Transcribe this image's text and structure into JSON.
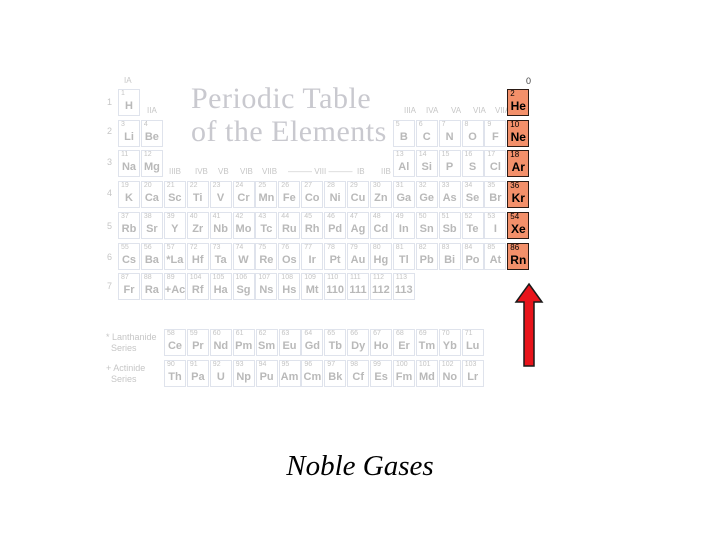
{
  "title": {
    "line1": "Periodic Table",
    "line2": "of the Elements"
  },
  "caption": "Noble Gases",
  "group_zero_label": "0",
  "group_headers": [
    "IA",
    "IIA",
    "IIIA",
    "IVA",
    "VA",
    "VIA",
    "VIIA",
    "IIIB",
    "IVB",
    "VB",
    "VIB",
    "VIIB",
    "VIII",
    "IB",
    "IIB"
  ],
  "periods": [
    "1",
    "2",
    "3",
    "4",
    "5",
    "6",
    "7"
  ],
  "series_labels": {
    "lanthanide": [
      "* Lanthanide",
      "Series"
    ],
    "actinide": [
      "+ Actinide",
      "Series"
    ]
  },
  "colors": {
    "noble_fill": "#f3906a",
    "arrow_fill": "#e8141b",
    "arrow_stroke": "#1a1a1a"
  },
  "elements": [
    {
      "n": "1",
      "s": "H",
      "r": 0,
      "c": 0
    },
    {
      "n": "2",
      "s": "He",
      "r": 0,
      "c": 17,
      "noble": true
    },
    {
      "n": "3",
      "s": "Li",
      "r": 1,
      "c": 0
    },
    {
      "n": "4",
      "s": "Be",
      "r": 1,
      "c": 1
    },
    {
      "n": "5",
      "s": "B",
      "r": 1,
      "c": 12
    },
    {
      "n": "6",
      "s": "C",
      "r": 1,
      "c": 13
    },
    {
      "n": "7",
      "s": "N",
      "r": 1,
      "c": 14
    },
    {
      "n": "8",
      "s": "O",
      "r": 1,
      "c": 15
    },
    {
      "n": "9",
      "s": "F",
      "r": 1,
      "c": 16
    },
    {
      "n": "10",
      "s": "Ne",
      "r": 1,
      "c": 17,
      "noble": true
    },
    {
      "n": "11",
      "s": "Na",
      "r": 2,
      "c": 0
    },
    {
      "n": "12",
      "s": "Mg",
      "r": 2,
      "c": 1
    },
    {
      "n": "13",
      "s": "Al",
      "r": 2,
      "c": 12
    },
    {
      "n": "14",
      "s": "Si",
      "r": 2,
      "c": 13
    },
    {
      "n": "15",
      "s": "P",
      "r": 2,
      "c": 14
    },
    {
      "n": "16",
      "s": "S",
      "r": 2,
      "c": 15
    },
    {
      "n": "17",
      "s": "Cl",
      "r": 2,
      "c": 16
    },
    {
      "n": "18",
      "s": "Ar",
      "r": 2,
      "c": 17,
      "noble": true
    },
    {
      "n": "19",
      "s": "K",
      "r": 3,
      "c": 0
    },
    {
      "n": "20",
      "s": "Ca",
      "r": 3,
      "c": 1
    },
    {
      "n": "21",
      "s": "Sc",
      "r": 3,
      "c": 2
    },
    {
      "n": "22",
      "s": "Ti",
      "r": 3,
      "c": 3
    },
    {
      "n": "23",
      "s": "V",
      "r": 3,
      "c": 4
    },
    {
      "n": "24",
      "s": "Cr",
      "r": 3,
      "c": 5
    },
    {
      "n": "25",
      "s": "Mn",
      "r": 3,
      "c": 6
    },
    {
      "n": "26",
      "s": "Fe",
      "r": 3,
      "c": 7
    },
    {
      "n": "27",
      "s": "Co",
      "r": 3,
      "c": 8
    },
    {
      "n": "28",
      "s": "Ni",
      "r": 3,
      "c": 9
    },
    {
      "n": "29",
      "s": "Cu",
      "r": 3,
      "c": 10
    },
    {
      "n": "30",
      "s": "Zn",
      "r": 3,
      "c": 11
    },
    {
      "n": "31",
      "s": "Ga",
      "r": 3,
      "c": 12
    },
    {
      "n": "32",
      "s": "Ge",
      "r": 3,
      "c": 13
    },
    {
      "n": "33",
      "s": "As",
      "r": 3,
      "c": 14
    },
    {
      "n": "34",
      "s": "Se",
      "r": 3,
      "c": 15
    },
    {
      "n": "35",
      "s": "Br",
      "r": 3,
      "c": 16
    },
    {
      "n": "36",
      "s": "Kr",
      "r": 3,
      "c": 17,
      "noble": true
    },
    {
      "n": "37",
      "s": "Rb",
      "r": 4,
      "c": 0
    },
    {
      "n": "38",
      "s": "Sr",
      "r": 4,
      "c": 1
    },
    {
      "n": "39",
      "s": "Y",
      "r": 4,
      "c": 2
    },
    {
      "n": "40",
      "s": "Zr",
      "r": 4,
      "c": 3
    },
    {
      "n": "41",
      "s": "Nb",
      "r": 4,
      "c": 4
    },
    {
      "n": "42",
      "s": "Mo",
      "r": 4,
      "c": 5
    },
    {
      "n": "43",
      "s": "Tc",
      "r": 4,
      "c": 6
    },
    {
      "n": "44",
      "s": "Ru",
      "r": 4,
      "c": 7
    },
    {
      "n": "45",
      "s": "Rh",
      "r": 4,
      "c": 8
    },
    {
      "n": "46",
      "s": "Pd",
      "r": 4,
      "c": 9
    },
    {
      "n": "47",
      "s": "Ag",
      "r": 4,
      "c": 10
    },
    {
      "n": "48",
      "s": "Cd",
      "r": 4,
      "c": 11
    },
    {
      "n": "49",
      "s": "In",
      "r": 4,
      "c": 12
    },
    {
      "n": "50",
      "s": "Sn",
      "r": 4,
      "c": 13
    },
    {
      "n": "51",
      "s": "Sb",
      "r": 4,
      "c": 14
    },
    {
      "n": "52",
      "s": "Te",
      "r": 4,
      "c": 15
    },
    {
      "n": "53",
      "s": "I",
      "r": 4,
      "c": 16
    },
    {
      "n": "54",
      "s": "Xe",
      "r": 4,
      "c": 17,
      "noble": true
    },
    {
      "n": "55",
      "s": "Cs",
      "r": 5,
      "c": 0
    },
    {
      "n": "56",
      "s": "Ba",
      "r": 5,
      "c": 1
    },
    {
      "n": "57",
      "s": "*La",
      "r": 5,
      "c": 2
    },
    {
      "n": "72",
      "s": "Hf",
      "r": 5,
      "c": 3
    },
    {
      "n": "73",
      "s": "Ta",
      "r": 5,
      "c": 4
    },
    {
      "n": "74",
      "s": "W",
      "r": 5,
      "c": 5
    },
    {
      "n": "75",
      "s": "Re",
      "r": 5,
      "c": 6
    },
    {
      "n": "76",
      "s": "Os",
      "r": 5,
      "c": 7
    },
    {
      "n": "77",
      "s": "Ir",
      "r": 5,
      "c": 8
    },
    {
      "n": "78",
      "s": "Pt",
      "r": 5,
      "c": 9
    },
    {
      "n": "79",
      "s": "Au",
      "r": 5,
      "c": 10
    },
    {
      "n": "80",
      "s": "Hg",
      "r": 5,
      "c": 11
    },
    {
      "n": "81",
      "s": "Tl",
      "r": 5,
      "c": 12
    },
    {
      "n": "82",
      "s": "Pb",
      "r": 5,
      "c": 13
    },
    {
      "n": "83",
      "s": "Bi",
      "r": 5,
      "c": 14
    },
    {
      "n": "84",
      "s": "Po",
      "r": 5,
      "c": 15
    },
    {
      "n": "85",
      "s": "At",
      "r": 5,
      "c": 16
    },
    {
      "n": "86",
      "s": "Rn",
      "r": 5,
      "c": 17,
      "noble": true
    },
    {
      "n": "87",
      "s": "Fr",
      "r": 6,
      "c": 0
    },
    {
      "n": "88",
      "s": "Ra",
      "r": 6,
      "c": 1
    },
    {
      "n": "89",
      "s": "+Ac",
      "r": 6,
      "c": 2
    },
    {
      "n": "104",
      "s": "Rf",
      "r": 6,
      "c": 3
    },
    {
      "n": "105",
      "s": "Ha",
      "r": 6,
      "c": 4
    },
    {
      "n": "106",
      "s": "Sg",
      "r": 6,
      "c": 5
    },
    {
      "n": "107",
      "s": "Ns",
      "r": 6,
      "c": 6
    },
    {
      "n": "108",
      "s": "Hs",
      "r": 6,
      "c": 7
    },
    {
      "n": "109",
      "s": "Mt",
      "r": 6,
      "c": 8
    },
    {
      "n": "110",
      "s": "110",
      "r": 6,
      "c": 9
    },
    {
      "n": "111",
      "s": "111",
      "r": 6,
      "c": 10
    },
    {
      "n": "112",
      "s": "112",
      "r": 6,
      "c": 11
    },
    {
      "n": "113",
      "s": "113",
      "r": 6,
      "c": 12
    }
  ],
  "lanthanides": [
    {
      "n": "58",
      "s": "Ce"
    },
    {
      "n": "59",
      "s": "Pr"
    },
    {
      "n": "60",
      "s": "Nd"
    },
    {
      "n": "61",
      "s": "Pm"
    },
    {
      "n": "62",
      "s": "Sm"
    },
    {
      "n": "63",
      "s": "Eu"
    },
    {
      "n": "64",
      "s": "Gd"
    },
    {
      "n": "65",
      "s": "Tb"
    },
    {
      "n": "66",
      "s": "Dy"
    },
    {
      "n": "67",
      "s": "Ho"
    },
    {
      "n": "68",
      "s": "Er"
    },
    {
      "n": "69",
      "s": "Tm"
    },
    {
      "n": "70",
      "s": "Yb"
    },
    {
      "n": "71",
      "s": "Lu"
    }
  ],
  "actinides": [
    {
      "n": "90",
      "s": "Th"
    },
    {
      "n": "91",
      "s": "Pa"
    },
    {
      "n": "92",
      "s": "U"
    },
    {
      "n": "93",
      "s": "Np"
    },
    {
      "n": "94",
      "s": "Pu"
    },
    {
      "n": "95",
      "s": "Am"
    },
    {
      "n": "96",
      "s": "Cm"
    },
    {
      "n": "97",
      "s": "Bk"
    },
    {
      "n": "98",
      "s": "Cf"
    },
    {
      "n": "99",
      "s": "Es"
    },
    {
      "n": "100",
      "s": "Fm"
    },
    {
      "n": "101",
      "s": "Md"
    },
    {
      "n": "102",
      "s": "No"
    },
    {
      "n": "103",
      "s": "Lr"
    }
  ]
}
